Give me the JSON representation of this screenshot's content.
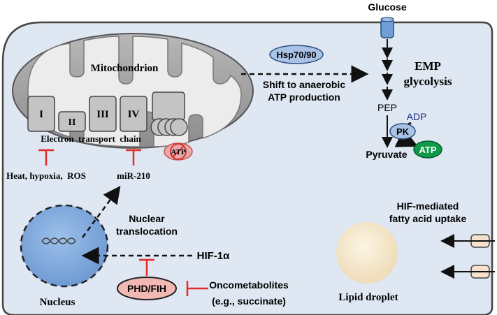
{
  "labels": {
    "glucose": "Glucose",
    "mitochondrion": "Mitochondrion",
    "complex_1": "I",
    "complex_2": "II",
    "complex_3": "III",
    "complex_4": "IV",
    "etc": "Electron  transport  chain",
    "atp_blocked": "ATP",
    "heat": "Heat, hypoxia,  ROS",
    "mir210": "miR-210",
    "hsp": "Hsp70/90",
    "shift_line1": "Shift to anaerobic",
    "shift_line2": "ATP production",
    "emp_line1": "EMP",
    "emp_line2": "glycolysis",
    "pep": "PEP",
    "adp": "ADP",
    "pk": "PK",
    "pyruvate": "Pyruvate",
    "atp": "ATP",
    "nuclear_line1": "Nuclear",
    "nuclear_line2": "translocation",
    "hif": "HIF-1α",
    "phd": "PHD/FIH",
    "onco_line1": "Oncometabolites",
    "onco_line2": "(e.g., succinate)",
    "nucleus": "Nucleus",
    "hif_fatty_line1": "HIF-mediated",
    "hif_fatty_line2": "fatty acid uptake",
    "lipid": "Lipid droplet"
  },
  "colors": {
    "cell_fill": "#dfe7f2",
    "mito_outer": "#9a9a9a",
    "mito_inner": "#ececec",
    "nucleus_fill": "#7fa8d9",
    "hsp_fill": "#a9c3e6",
    "pk_fill": "#a9c3e6",
    "atp_green": "#0f9a4a",
    "phd_fill": "#f2b8b4",
    "inhibit_red": "#e32b2b",
    "lipid_fill": "#f6ead0",
    "emp_text": "#000000",
    "adp_text": "#1a2d8c"
  }
}
